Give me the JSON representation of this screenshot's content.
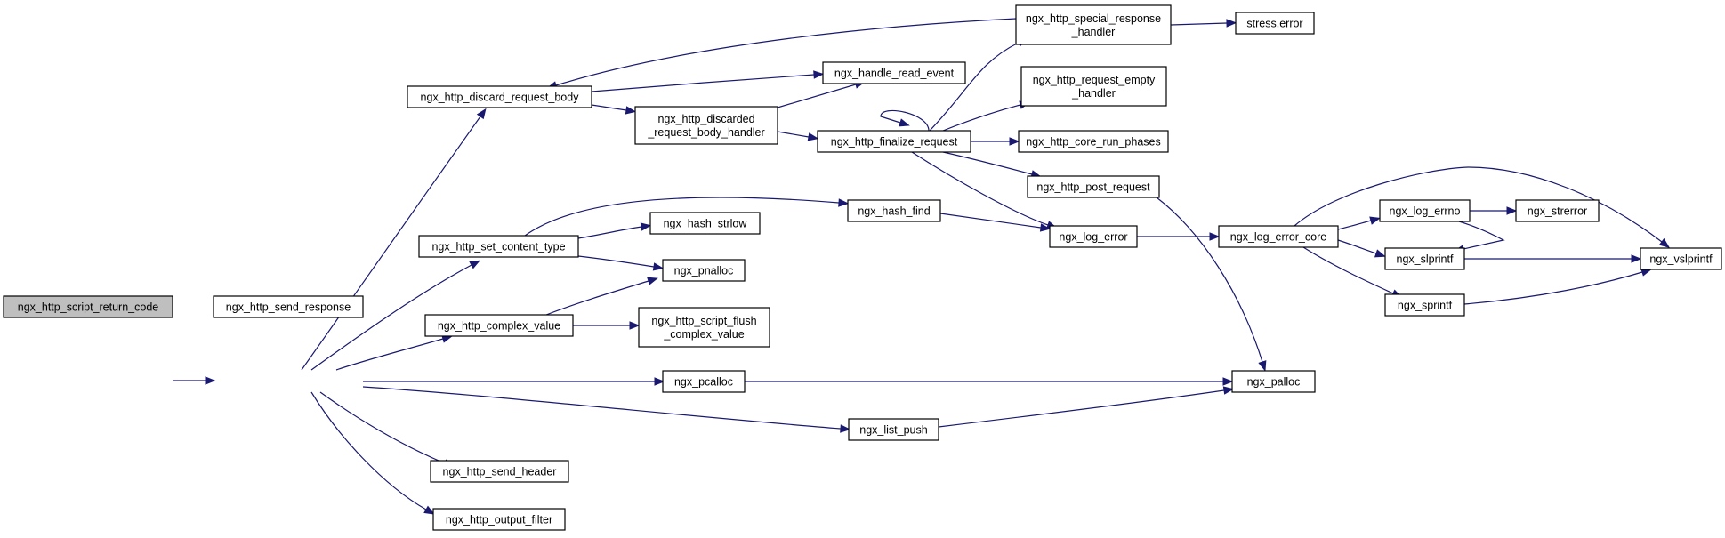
{
  "graph": {
    "root": "ngx_http_script_return_code",
    "node_fill": "#ffffff",
    "root_fill": "#bfbfbf",
    "edge_color": "#191970",
    "nodes": [
      {
        "id": "ngx_http_script_return_code",
        "lines": [
          "ngx_http_script_return_code"
        ]
      },
      {
        "id": "ngx_http_send_response",
        "lines": [
          "ngx_http_send_response"
        ]
      },
      {
        "id": "ngx_http_discard_request_body",
        "lines": [
          "ngx_http_discard_request_body"
        ]
      },
      {
        "id": "ngx_http_set_content_type",
        "lines": [
          "ngx_http_set_content_type"
        ]
      },
      {
        "id": "ngx_http_complex_value",
        "lines": [
          "ngx_http_complex_value"
        ]
      },
      {
        "id": "ngx_pcalloc",
        "lines": [
          "ngx_pcalloc"
        ]
      },
      {
        "id": "ngx_list_push",
        "lines": [
          "ngx_list_push"
        ]
      },
      {
        "id": "ngx_http_send_header",
        "lines": [
          "ngx_http_send_header"
        ]
      },
      {
        "id": "ngx_http_output_filter",
        "lines": [
          "ngx_http_output_filter"
        ]
      },
      {
        "id": "ngx_handle_read_event",
        "lines": [
          "ngx_handle_read_event"
        ]
      },
      {
        "id": "ngx_http_discarded_request_body_handler",
        "lines": [
          "ngx_http_discarded",
          "_request_body_handler"
        ]
      },
      {
        "id": "ngx_hash_strlow",
        "lines": [
          "ngx_hash_strlow"
        ]
      },
      {
        "id": "ngx_pnalloc",
        "lines": [
          "ngx_pnalloc"
        ]
      },
      {
        "id": "ngx_http_script_flush_complex_value",
        "lines": [
          "ngx_http_script_flush",
          "_complex_value"
        ]
      },
      {
        "id": "ngx_hash_find",
        "lines": [
          "ngx_hash_find"
        ]
      },
      {
        "id": "ngx_http_finalize_request",
        "lines": [
          "ngx_http_finalize_request"
        ]
      },
      {
        "id": "ngx_http_special_response_handler",
        "lines": [
          "ngx_http_special_response",
          "_handler"
        ]
      },
      {
        "id": "ngx_http_request_empty_handler",
        "lines": [
          "ngx_http_request_empty",
          "_handler"
        ]
      },
      {
        "id": "ngx_http_core_run_phases",
        "lines": [
          "ngx_http_core_run_phases"
        ]
      },
      {
        "id": "ngx_http_post_request",
        "lines": [
          "ngx_http_post_request"
        ]
      },
      {
        "id": "ngx_log_error",
        "lines": [
          "ngx_log_error"
        ]
      },
      {
        "id": "ngx_palloc",
        "lines": [
          "ngx_palloc"
        ]
      },
      {
        "id": "stress.error",
        "lines": [
          "stress.error"
        ]
      },
      {
        "id": "ngx_log_error_core",
        "lines": [
          "ngx_log_error_core"
        ]
      },
      {
        "id": "ngx_log_errno",
        "lines": [
          "ngx_log_errno"
        ]
      },
      {
        "id": "ngx_slprintf",
        "lines": [
          "ngx_slprintf"
        ]
      },
      {
        "id": "ngx_sprintf",
        "lines": [
          "ngx_sprintf"
        ]
      },
      {
        "id": "ngx_strerror",
        "lines": [
          "ngx_strerror"
        ]
      },
      {
        "id": "ngx_vslprintf",
        "lines": [
          "ngx_vslprintf"
        ]
      }
    ],
    "edges": [
      {
        "from": "ngx_http_script_return_code",
        "to": "ngx_http_send_response"
      },
      {
        "from": "ngx_http_send_response",
        "to": "ngx_http_discard_request_body"
      },
      {
        "from": "ngx_http_send_response",
        "to": "ngx_http_set_content_type"
      },
      {
        "from": "ngx_http_send_response",
        "to": "ngx_http_complex_value"
      },
      {
        "from": "ngx_http_send_response",
        "to": "ngx_pcalloc"
      },
      {
        "from": "ngx_http_send_response",
        "to": "ngx_list_push"
      },
      {
        "from": "ngx_http_send_response",
        "to": "ngx_http_send_header"
      },
      {
        "from": "ngx_http_send_response",
        "to": "ngx_http_output_filter"
      },
      {
        "from": "ngx_http_discard_request_body",
        "to": "ngx_handle_read_event"
      },
      {
        "from": "ngx_http_discard_request_body",
        "to": "ngx_http_discarded_request_body_handler"
      },
      {
        "from": "ngx_http_discarded_request_body_handler",
        "to": "ngx_handle_read_event"
      },
      {
        "from": "ngx_http_discarded_request_body_handler",
        "to": "ngx_http_finalize_request"
      },
      {
        "from": "ngx_http_finalize_request",
        "to": "ngx_http_finalize_request"
      },
      {
        "from": "ngx_http_finalize_request",
        "to": "ngx_http_special_response_handler"
      },
      {
        "from": "ngx_http_finalize_request",
        "to": "ngx_http_request_empty_handler"
      },
      {
        "from": "ngx_http_finalize_request",
        "to": "ngx_http_core_run_phases"
      },
      {
        "from": "ngx_http_finalize_request",
        "to": "ngx_http_post_request"
      },
      {
        "from": "ngx_http_finalize_request",
        "to": "ngx_log_error"
      },
      {
        "from": "ngx_http_special_response_handler",
        "to": "ngx_http_discard_request_body"
      },
      {
        "from": "ngx_http_special_response_handler",
        "to": "stress.error"
      },
      {
        "from": "ngx_http_set_content_type",
        "to": "ngx_hash_find"
      },
      {
        "from": "ngx_http_set_content_type",
        "to": "ngx_hash_strlow"
      },
      {
        "from": "ngx_http_set_content_type",
        "to": "ngx_pnalloc"
      },
      {
        "from": "ngx_http_complex_value",
        "to": "ngx_pnalloc"
      },
      {
        "from": "ngx_http_complex_value",
        "to": "ngx_http_script_flush_complex_value"
      },
      {
        "from": "ngx_hash_find",
        "to": "ngx_log_error"
      },
      {
        "from": "ngx_http_post_request",
        "to": "ngx_palloc"
      },
      {
        "from": "ngx_pcalloc",
        "to": "ngx_palloc"
      },
      {
        "from": "ngx_list_push",
        "to": "ngx_palloc"
      },
      {
        "from": "ngx_log_error",
        "to": "ngx_log_error_core"
      },
      {
        "from": "ngx_log_error_core",
        "to": "ngx_log_errno"
      },
      {
        "from": "ngx_log_error_core",
        "to": "ngx_slprintf"
      },
      {
        "from": "ngx_log_error_core",
        "to": "ngx_sprintf"
      },
      {
        "from": "ngx_log_error_core",
        "to": "ngx_vslprintf"
      },
      {
        "from": "ngx_log_errno",
        "to": "ngx_strerror"
      },
      {
        "from": "ngx_log_errno",
        "to": "ngx_slprintf"
      },
      {
        "from": "ngx_slprintf",
        "to": "ngx_vslprintf"
      },
      {
        "from": "ngx_sprintf",
        "to": "ngx_vslprintf"
      }
    ]
  }
}
